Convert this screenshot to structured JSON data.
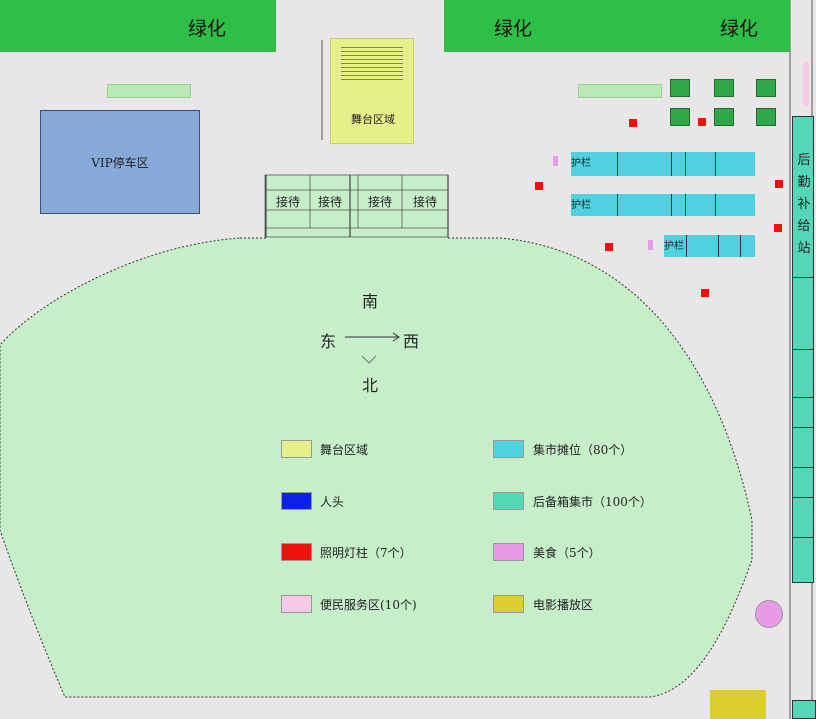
{
  "greenery": {
    "label": "绿化",
    "strips": [
      "绿化",
      "绿化",
      "绿化"
    ]
  },
  "stage": {
    "label": "舞台区域",
    "fine_text": "座位"
  },
  "vip": {
    "label": "VIP停车区"
  },
  "booths": [
    "接待",
    "接待",
    "接待",
    "接待"
  ],
  "pillar_labels": [
    "护栏",
    "护栏",
    "护栏"
  ],
  "backstage": {
    "label": "后勤补给站"
  },
  "compass": {
    "north_top": "南",
    "east": "东",
    "west": "西",
    "south_bottom": "北"
  },
  "legend": [
    {
      "label": "舞台区域",
      "color": "#e6f08a"
    },
    {
      "label": "人头",
      "color": "#0a22e8"
    },
    {
      "label": "照明灯柱（7个）",
      "color": "#f0100e"
    },
    {
      "label": "便民服务区(10个)",
      "color": "#f7c9e6"
    },
    {
      "label": "集市摊位（80个）",
      "color": "#4fd1e0"
    },
    {
      "label": "后备箱集市（100个）",
      "color": "#55d6b6"
    },
    {
      "label": "美食（5个）",
      "color": "#e79ae8"
    },
    {
      "label": "电影播放区",
      "color": "#dccf2f"
    }
  ],
  "colors": {
    "background": "#e8e6e6",
    "lawn": "#c5eec9",
    "greenery": "#2ebf47"
  },
  "icons": [
    "compass-arrow-icon"
  ]
}
